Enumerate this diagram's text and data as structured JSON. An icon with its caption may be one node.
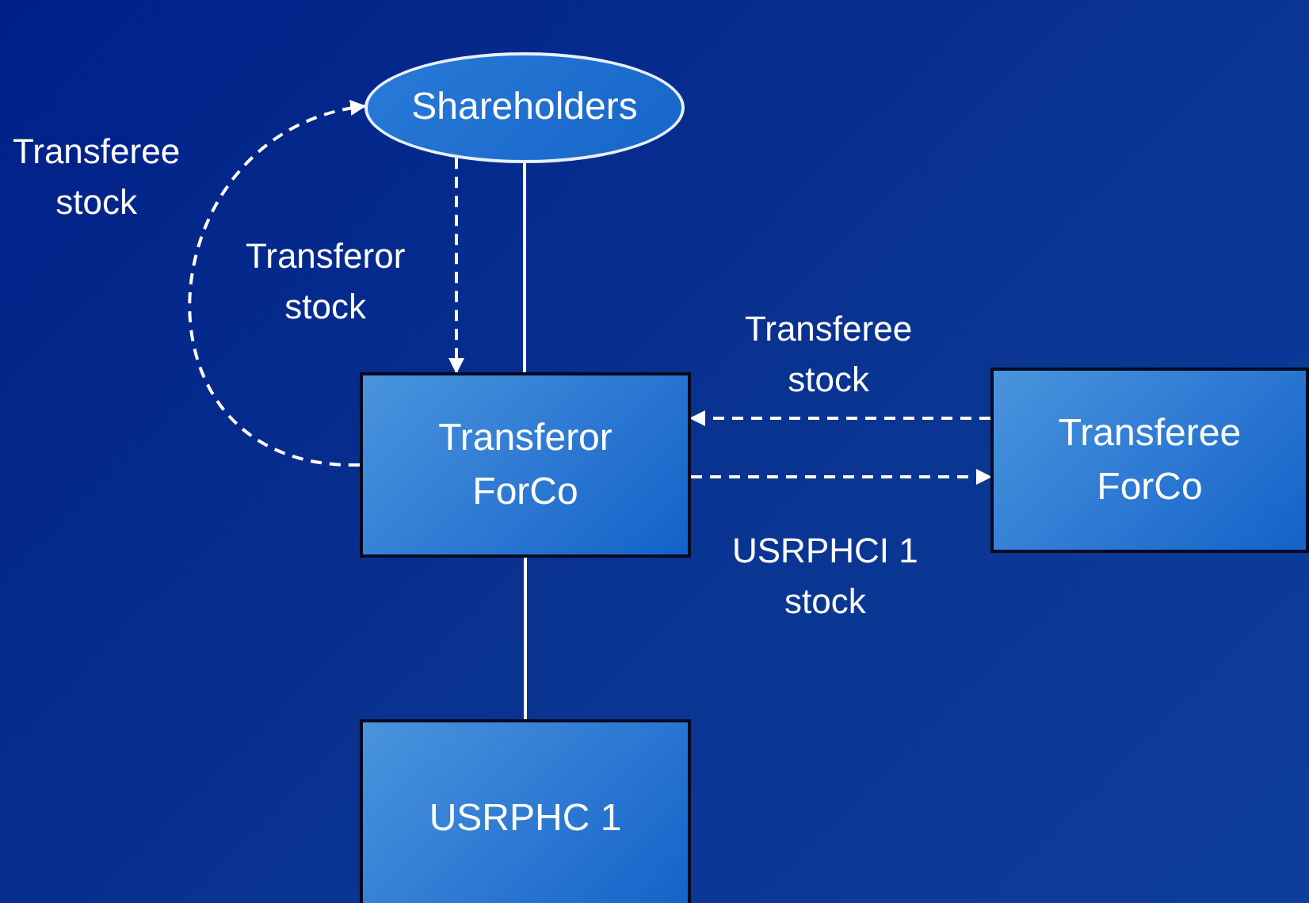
{
  "diagram": {
    "nodes": [
      {
        "text": [
          "Shareholders"
        ]
      },
      {
        "text": [
          "Transferor ForCo"
        ]
      },
      {
        "text": [
          "Transferee ForCo"
        ]
      },
      {
        "text": [
          "USRPHC 1"
        ]
      }
    ],
    "edges": [
      {
        "from": 0,
        "to": 1,
        "arrow": "none"
      },
      {
        "from": 0,
        "to": 1,
        "arrow": "to",
        "style": "dashed",
        "label": "Transferor stock"
      },
      {
        "from": 1,
        "to": 0,
        "arrow": "to",
        "style": "dashed",
        "label": "Transferee stock"
      },
      {
        "from": 2,
        "to": 1,
        "arrow": "to",
        "style": "dashed",
        "label": "Transferee stock"
      },
      {
        "from": 1,
        "to": 2,
        "arrow": "to",
        "style": "dashed",
        "label": "USRPHCI 1 stock"
      },
      {
        "from": 1,
        "to": 3,
        "arrow": "none"
      }
    ]
  }
}
